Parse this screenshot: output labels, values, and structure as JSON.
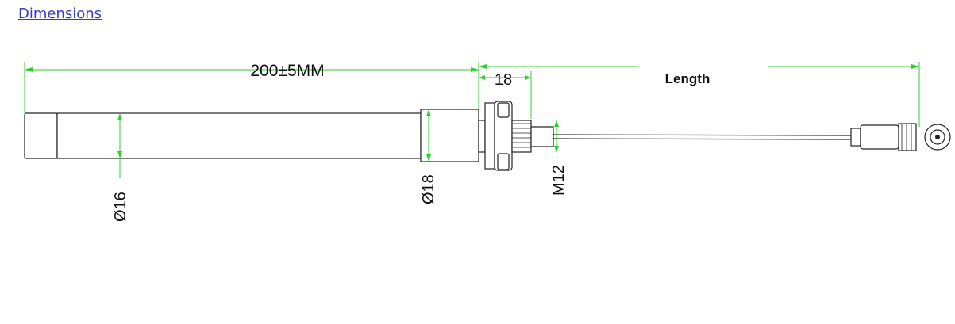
{
  "header": {
    "link_text": "Dimensions"
  },
  "dimensions": {
    "length_label": "200±5MM",
    "nut_label": "18",
    "cable_label": "Length",
    "diameter_small": "Ø16",
    "diameter_large": "Ø18",
    "thread": "M12"
  },
  "colors": {
    "dimension_line": "#33cc33",
    "link": "#3a3ac8",
    "outline": "#222222"
  }
}
